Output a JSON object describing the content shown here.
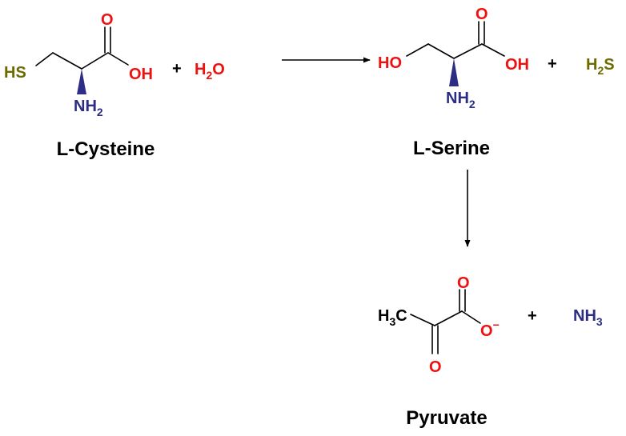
{
  "colors": {
    "black": "#000000",
    "oxygen": "#ee1111",
    "sulfur": "#6b6b00",
    "nitrogen": "#2d2d86"
  },
  "cysteine": {
    "name": "L-Cysteine",
    "sh": "HS",
    "carbonyl_o": "O",
    "oh": "OH",
    "amine_n": "NH",
    "amine_sub": "2"
  },
  "water": {
    "plus": "+",
    "h": "H",
    "sub": "2",
    "o": "O"
  },
  "serine": {
    "name": "L-Serine",
    "ho": "HO",
    "carbonyl_o": "O",
    "oh": "OH",
    "amine_n": "NH",
    "amine_sub": "2"
  },
  "hydrogen_sulfide": {
    "plus": "+",
    "h": "H",
    "sub": "2",
    "s": "S"
  },
  "pyruvate": {
    "name": "Pyruvate",
    "methyl_h": "H",
    "methyl_sub": "3",
    "methyl_c": "C",
    "carboxyl_o": "O",
    "oxide_o": "O",
    "oxide_charge": "−",
    "keto_o": "O"
  },
  "ammonia": {
    "plus": "+",
    "n": "NH",
    "sub": "3"
  }
}
